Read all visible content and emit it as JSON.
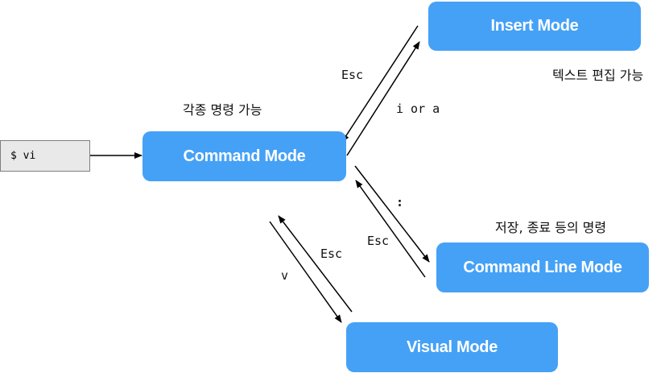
{
  "terminal": {
    "command": "$ vi"
  },
  "modes": {
    "insert": "Insert Mode",
    "command": "Command Mode",
    "command_line": "Command Line Mode",
    "visual": "Visual Mode"
  },
  "notes": {
    "command": "각종 명령 가능",
    "insert": "텍스트 편집 가능",
    "command_line": "저장, 종료 등의 명령"
  },
  "transitions": {
    "to_insert": "i or a",
    "from_insert": "Esc",
    "to_command_line": ":",
    "from_command_line": "Esc",
    "to_visual": "v",
    "from_visual": "Esc"
  },
  "colors": {
    "mode_fill": "#45a1f6",
    "terminal_fill": "#e9e9e9"
  }
}
